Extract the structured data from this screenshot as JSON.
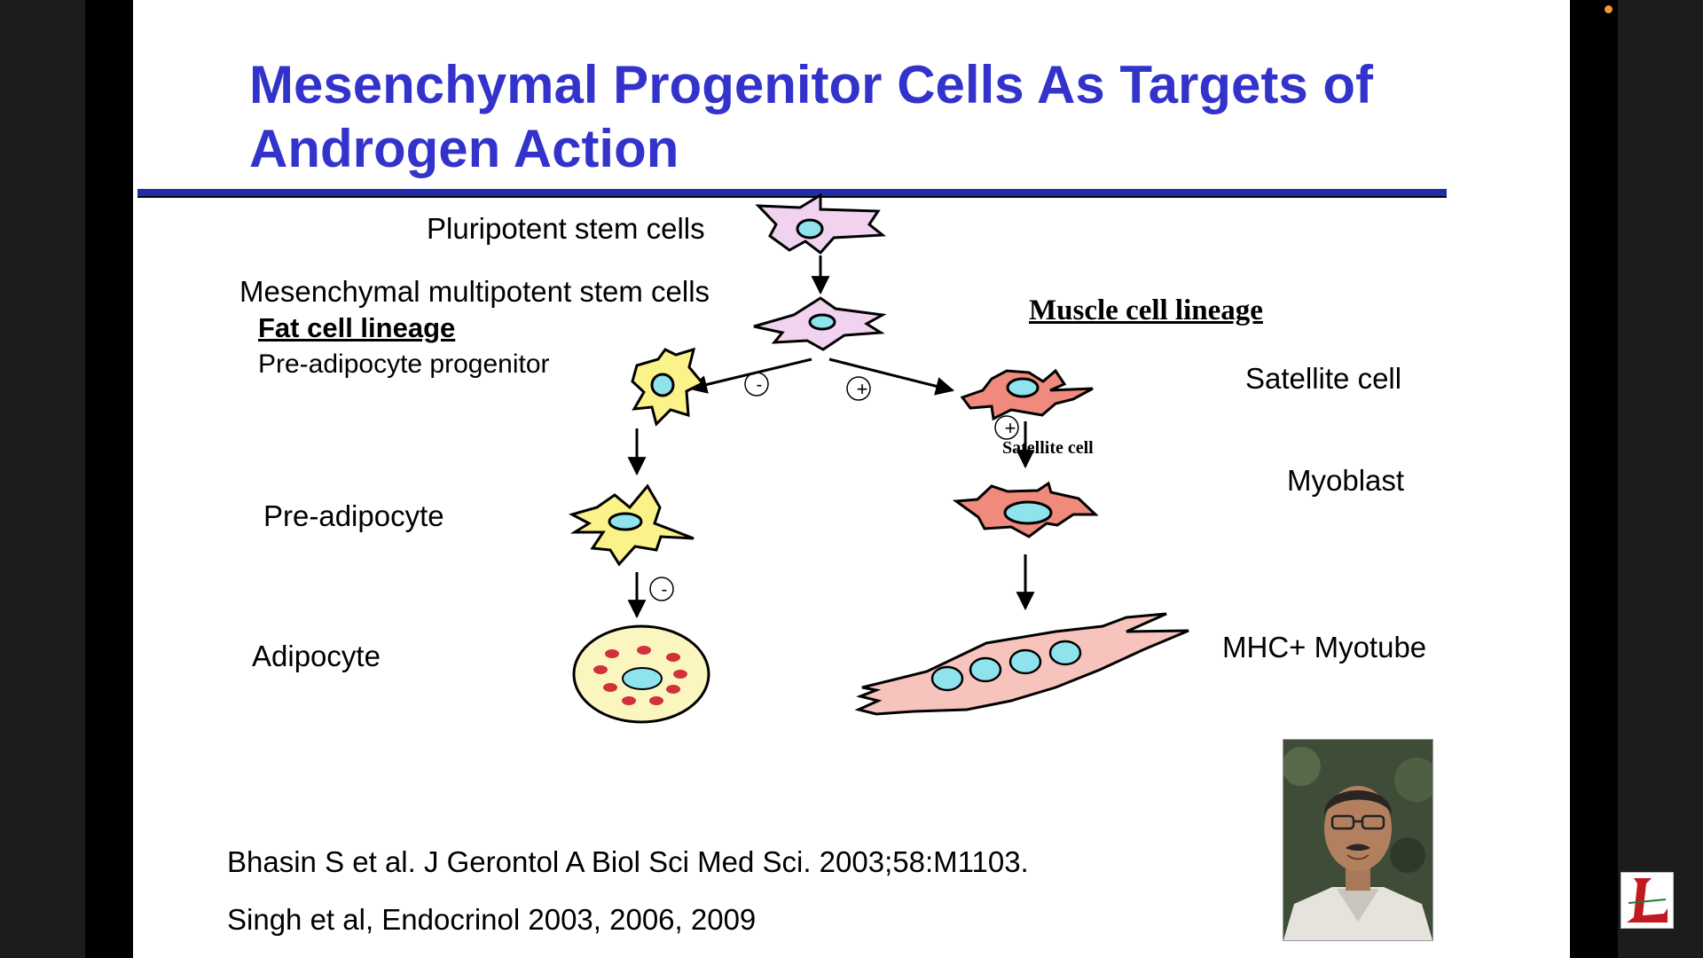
{
  "slide": {
    "title_line1": "Mesenchymal Progenitor Cells As Targets of",
    "title_line2": "Androgen Action"
  },
  "diagram": {
    "pluripotent": "Pluripotent stem cells",
    "mesenchymal": "Mesenchymal multipotent stem cells",
    "fat_lineage": "Fat cell lineage",
    "pre_adipocyte_progenitor": "Pre-adipocyte progenitor",
    "pre_adipocyte": "Pre-adipocyte",
    "adipocyte": "Adipocyte",
    "muscle_lineage": "Muscle cell lineage",
    "satellite_cell": "Satellite cell",
    "satellite_cell_small": "Satellite cell",
    "myoblast": "Myoblast",
    "myotube": "MHC+ Myotube",
    "minus_sign": "-",
    "plus_sign": "+"
  },
  "references": {
    "ref1": "Bhasin S et al. J Gerontol A Biol Sci Med Sci. 2003;58:M1103.",
    "ref2": "Singh et al, Endocrinol 2003, 2006, 2009"
  },
  "colors": {
    "title": "#3333cc",
    "rule": "#1f2ea8",
    "stem_cell": "#f1d3ef",
    "fat_cell": "#fbf28a",
    "muscle_cell": "#f08a7c",
    "myotube": "#f7c4bd",
    "nucleus": "#8fe3ec",
    "lipid": "#d2303a"
  }
}
